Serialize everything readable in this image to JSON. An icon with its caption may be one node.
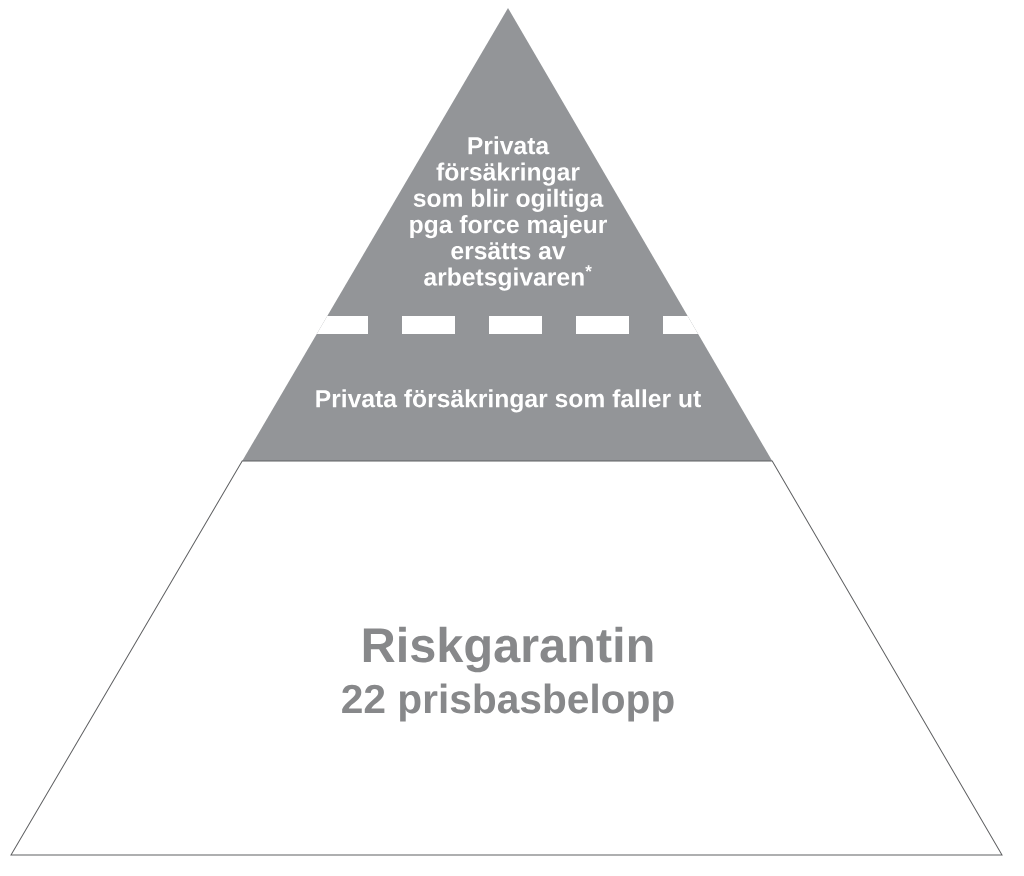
{
  "diagram": {
    "nodes": [
      {
        "text": [
          "Privata försäkringar som blir ogiltiga pga force majeur ersätts av arbetsgivaren$^{*}$"
        ]
      },
      {
        "text": [
          "Privata försäkringar som faller ut"
        ]
      },
      {
        "text": [
          "Riskgarantin",
          "22 prisbasbelopp"
        ]
      }
    ]
  }
}
